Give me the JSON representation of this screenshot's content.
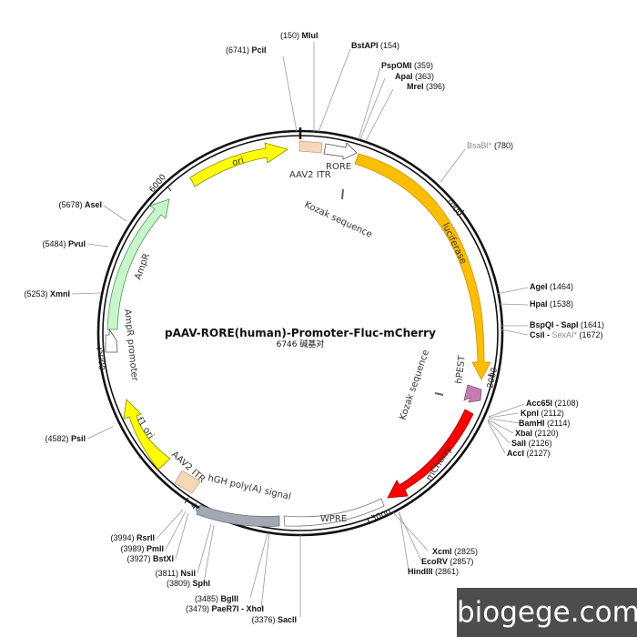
{
  "plasmid": {
    "name": "pAAV-RORE(human)-Promoter-Fluc-mCherry",
    "size_label": "6746 碱基对"
  },
  "features": [
    {
      "id": "aav2-itr-1",
      "label": "AAV2 ITR",
      "color": "#f6d7b8"
    },
    {
      "id": "rore",
      "label": "RORE",
      "color": "#ffffff"
    },
    {
      "id": "ori",
      "label": "ori",
      "color": "#ffff00"
    },
    {
      "id": "kozak-1",
      "label": "Kozak sequence",
      "color": "#808080"
    },
    {
      "id": "luciferase",
      "label": "luciferase",
      "color": "#ffbf00"
    },
    {
      "id": "hpest",
      "label": "hPEST",
      "color": "#c07fb0"
    },
    {
      "id": "kozak-2",
      "label": "Kozak sequence",
      "color": "#808080"
    },
    {
      "id": "mcherry",
      "label": "mCherry",
      "color": "#ff0000"
    },
    {
      "id": "wpre",
      "label": "WPRE",
      "color": "#ffffff"
    },
    {
      "id": "hgh",
      "label": "hGH poly(A) signal",
      "color": "#a3a9b2"
    },
    {
      "id": "aav2-itr-2",
      "label": "AAV2 ITR",
      "color": "#f6d7b8"
    },
    {
      "id": "f1-ori",
      "label": "f1 ori",
      "color": "#ffff00"
    },
    {
      "id": "ampr-promoter",
      "label": "AmpR promoter",
      "color": "#ffffff"
    },
    {
      "id": "ampr",
      "label": "AmpR",
      "color": "#c8f5cc"
    }
  ],
  "ticks": [
    "1000",
    "2000",
    "3000",
    "4000",
    "5000",
    "6000"
  ],
  "sites": [
    {
      "name": "MluI",
      "pos": "(150)"
    },
    {
      "name": "PciI",
      "pos": "(6741)"
    },
    {
      "name": "BstAPI",
      "pos": "(154)"
    },
    {
      "name": "PspOMI",
      "pos": "(359)"
    },
    {
      "name": "ApaI",
      "pos": "(363)"
    },
    {
      "name": "MreI",
      "pos": "(396)"
    },
    {
      "name": "BsaBI*",
      "pos": "(780)"
    },
    {
      "name": "AseI",
      "pos": "(5678)"
    },
    {
      "name": "PvuI",
      "pos": "(5484)"
    },
    {
      "name": "XmnI",
      "pos": "(5253)"
    },
    {
      "name": "AgeI",
      "pos": "(1464)"
    },
    {
      "name": "HpaI",
      "pos": "(1538)"
    },
    {
      "name": "BspQI - SapI",
      "pos": "(1641)"
    },
    {
      "name": "CsiI - ",
      "extra": "SexAI*",
      "pos": "(1672)"
    },
    {
      "name": "Acc65I",
      "pos": "(2108)"
    },
    {
      "name": "KpnI",
      "pos": "(2112)"
    },
    {
      "name": "BamHI",
      "pos": "(2114)"
    },
    {
      "name": "XbaI",
      "pos": "(2120)"
    },
    {
      "name": "SalI",
      "pos": "(2126)"
    },
    {
      "name": "AccI",
      "pos": "(2127)"
    },
    {
      "name": "PsiI",
      "pos": "(4582)"
    },
    {
      "name": "RsrII",
      "pos": "(3994)"
    },
    {
      "name": "PmlI",
      "pos": "(3989)"
    },
    {
      "name": "BstXI",
      "pos": "(3927)"
    },
    {
      "name": "NsiI",
      "pos": "(3811)"
    },
    {
      "name": "SphI",
      "pos": "(3809)"
    },
    {
      "name": "BglII",
      "pos": "(3485)"
    },
    {
      "name": "PaeR7I - XhoI",
      "pos": "(3479)"
    },
    {
      "name": "SacII",
      "pos": "(3376)"
    },
    {
      "name": "XcmI",
      "pos": "(2825)"
    },
    {
      "name": "EcoRV",
      "pos": "(2857)"
    },
    {
      "name": "HindIII",
      "pos": "(2861)"
    }
  ],
  "watermark": "biogege.com",
  "colors": {
    "backbone": "#111111",
    "leader": "#9a9a9a",
    "watermark_bg": "#4d4d4d"
  }
}
